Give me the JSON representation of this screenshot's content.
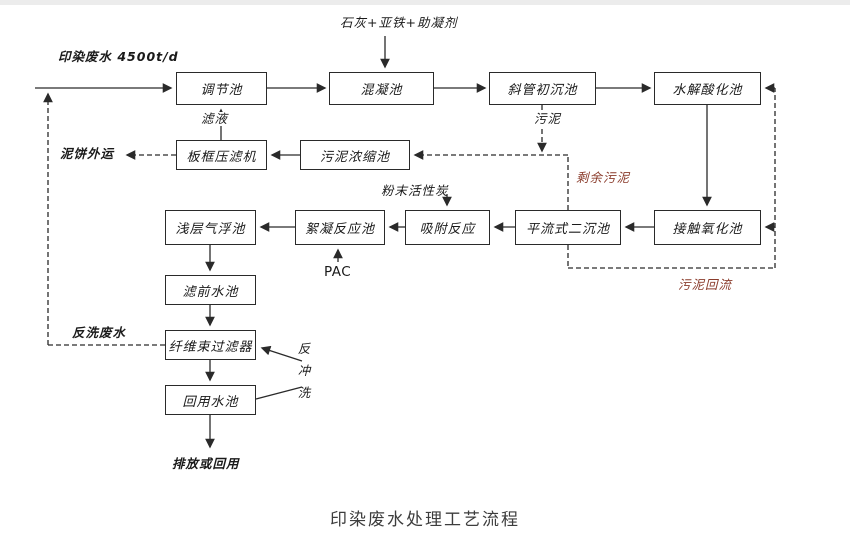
{
  "colors": {
    "line": "#2a2a2a",
    "text": "#1a1a1a",
    "return_label": "#8a3b2b"
  },
  "caption": "印染废水处理工艺流程",
  "boxes": {
    "regulating_tank": "调节池",
    "coagulation_tank": "混凝池",
    "inclined_tube_primary_sedimentation": "斜管初沉池",
    "hydrolysis_acidification_tank": "水解酸化池",
    "plate_frame_filter_press": "板框压滤机",
    "sludge_thickening_tank": "污泥浓缩池",
    "shallow_air_flotation_tank": "浅层气浮池",
    "flocculation_reaction_tank": "絮凝反应池",
    "adsorption_reaction": "吸附反应",
    "horizontal_flow_secondary_sedimentation": "平流式二沉池",
    "contact_oxidation_tank": "接触氧化池",
    "pre_filter_water_tank": "滤前水池",
    "fiber_bundle_filter": "纤维束过滤器",
    "reuse_water_tank": "回用水池"
  },
  "labels": {
    "influent": "印染废水 4500t/d",
    "chemicals": "石灰+亚铁+助凝剂",
    "filtrate": "滤液",
    "sludge": "污泥",
    "sludge_cake_out": "泥饼外运",
    "excess_sludge": "剩余污泥",
    "powdered_activated_carbon": "粉末活性炭",
    "pac": "PAC",
    "sludge_return": "污泥回流",
    "backwash": "反冲洗",
    "backwash_wastewater": "反洗废水",
    "discharge_or_reuse": "排放或回用"
  }
}
